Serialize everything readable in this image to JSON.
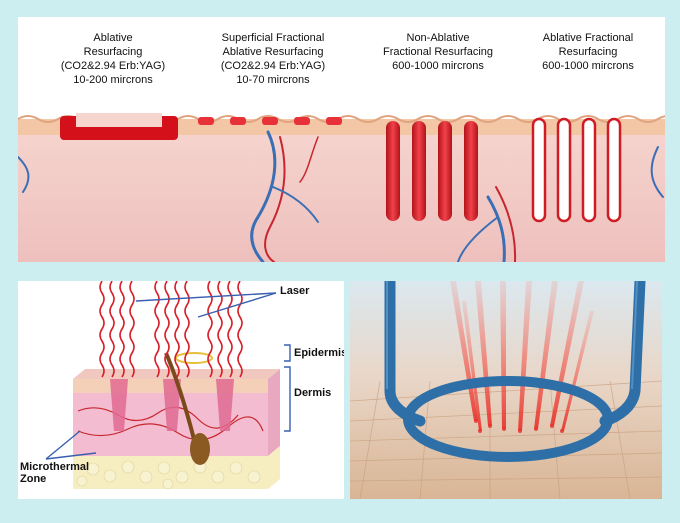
{
  "top_panel": {
    "labels": [
      {
        "lines": [
          "Ablative",
          "Resurfacing",
          "(CO2&2.94 Erb:YAG)",
          "10-200 mircrons"
        ]
      },
      {
        "lines": [
          "Superficial Fractional",
          "Ablative Resurfacing",
          "(CO2&2.94 Erb:YAG)",
          "10-70 mircrons"
        ]
      },
      {
        "lines": [
          "Non-Ablative",
          "Fractional Resurfacing",
          "600-1000 mircrons"
        ]
      },
      {
        "lines": [
          "Ablative Fractional",
          "Resurfacing",
          "600-1000 mircrons"
        ]
      }
    ]
  },
  "diagram_panel": {
    "laser_label": "Laser",
    "epidermis_label": "Epidermis",
    "dermis_label": "Dermis",
    "microthermal_label": [
      "Microthermal",
      "Zone"
    ]
  },
  "colors": {
    "page_background": "#cdeef0",
    "skin": "#f1c6c2",
    "laser_red": "#d8202a",
    "vessel_blue": "#3a6fb5",
    "handpiece_blue": "#2f6fa8"
  }
}
